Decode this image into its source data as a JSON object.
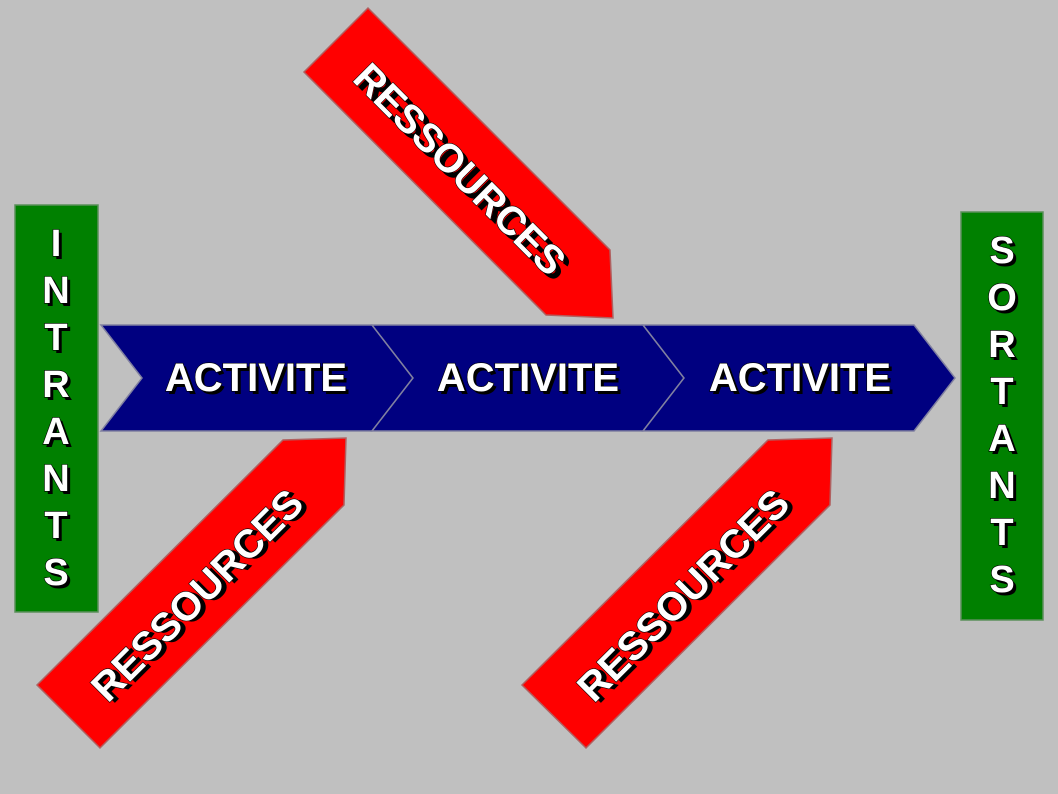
{
  "colors": {
    "background": "#c0c0c0",
    "input_output_box": "#008000",
    "activity_chevron": "#000080",
    "resource_arrow": "#ff0000",
    "text": "#ffffff"
  },
  "inputs": {
    "label": "INTRANTS",
    "letters": [
      "I",
      "N",
      "T",
      "R",
      "A",
      "N",
      "T",
      "S"
    ]
  },
  "outputs": {
    "label": "SORTANTS",
    "letters": [
      "S",
      "O",
      "R",
      "T",
      "A",
      "N",
      "T",
      "S"
    ]
  },
  "activities": [
    {
      "label": "ACTIVITE"
    },
    {
      "label": "ACTIVITE"
    },
    {
      "label": "ACTIVITE"
    }
  ],
  "resources": [
    {
      "label": "RESSOURCES"
    },
    {
      "label": "RESSOURCES"
    },
    {
      "label": "RESSOURCES"
    }
  ]
}
